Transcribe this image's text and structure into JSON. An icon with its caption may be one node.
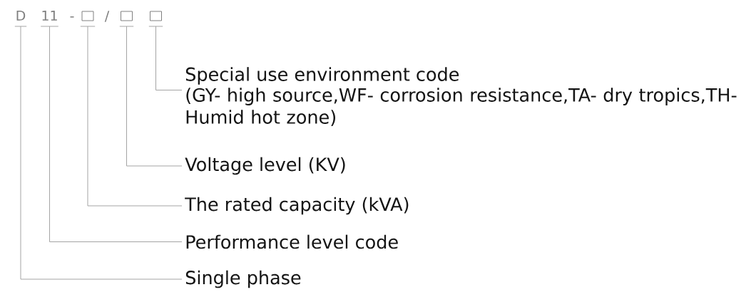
{
  "diagram": {
    "nodes": [
      {
        "text": [
          "D"
        ]
      },
      {
        "text": [
          "11"
        ]
      },
      {
        "text": [],
        "shape": "box"
      },
      {
        "text": [],
        "shape": "box"
      },
      {
        "text": [],
        "shape": "box"
      },
      {
        "text": [
          "Special use environment code",
          "(GY- high source,WF- corrosion resistance,TA- dry tropics,TH- Humid hot zone)"
        ]
      },
      {
        "text": [
          "Voltage level (KV)"
        ]
      },
      {
        "text": [
          "The rated capacity (kVA)"
        ]
      },
      {
        "text": [
          "Performance level code"
        ]
      },
      {
        "text": [
          "Single phase"
        ]
      }
    ],
    "edges": [
      {
        "from": 5,
        "to": 4,
        "arrow": "none"
      },
      {
        "from": 6,
        "to": 3,
        "arrow": "none"
      },
      {
        "from": 7,
        "to": 2,
        "arrow": "none"
      },
      {
        "from": 8,
        "to": 1,
        "arrow": "none"
      },
      {
        "from": 9,
        "to": 0,
        "arrow": "none"
      }
    ],
    "labels": [
      "-",
      "/"
    ]
  }
}
